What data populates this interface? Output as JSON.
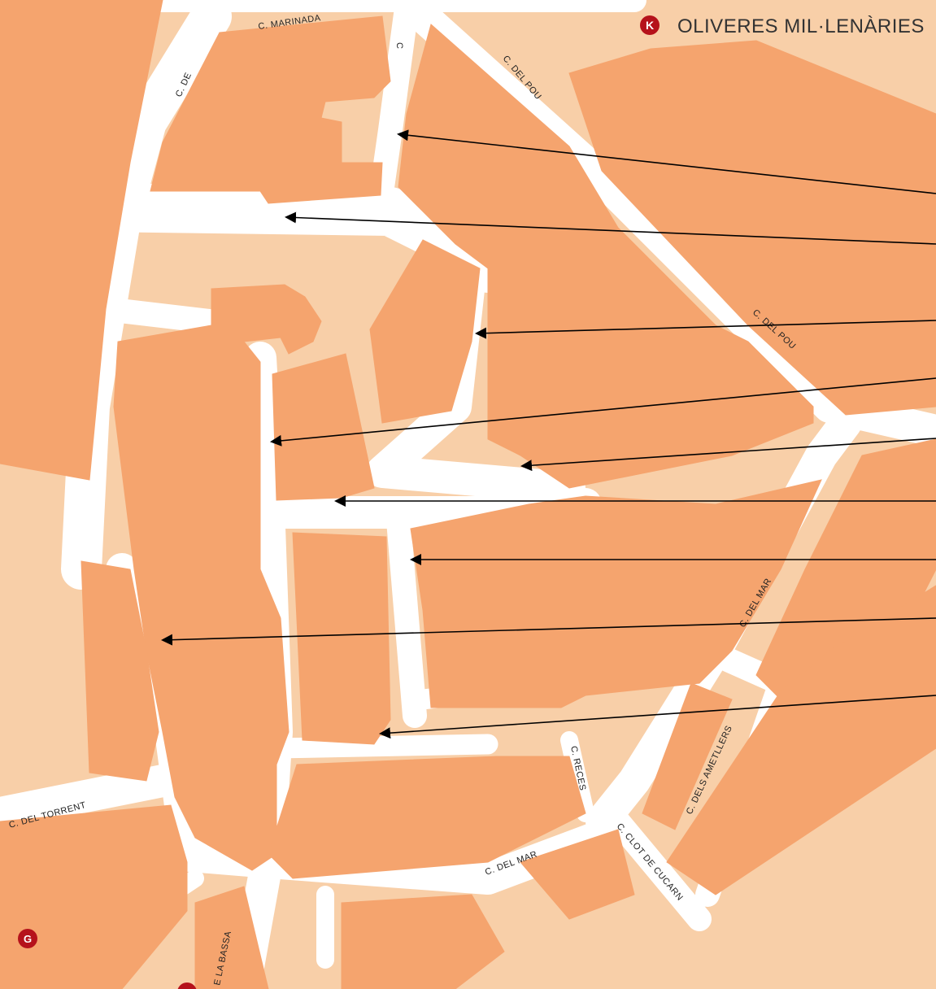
{
  "colors": {
    "block": "#F5A46E",
    "outer": "#F8CFA8",
    "street": "#FFFFFF",
    "badge": "#B5121B",
    "arrow": "#000000"
  },
  "legend": {
    "marker_letter": "K",
    "title": "OLIVERES MIL·LENÀRIES"
  },
  "markers": {
    "g_letter": "G"
  },
  "streets": {
    "marinada": "C.   MARINADA",
    "de": "C.  DE",
    "pou_upper": "C.  DEL  POU",
    "pou_lower": "C.  DEL  POU",
    "torrent": "C. DEL TORRENT",
    "mar_bottom": "C.  DEL  MAR",
    "mar_right": "C.  DEL  MAR",
    "reces": "C. RECES",
    "clot": "C. CLOT DE CUCARN",
    "ametllers": "C.  DELS   AMETLLERS",
    "bassa": "E LA BASSA",
    "c_small": "C"
  },
  "annotations": {
    "arrow_count": 9
  }
}
